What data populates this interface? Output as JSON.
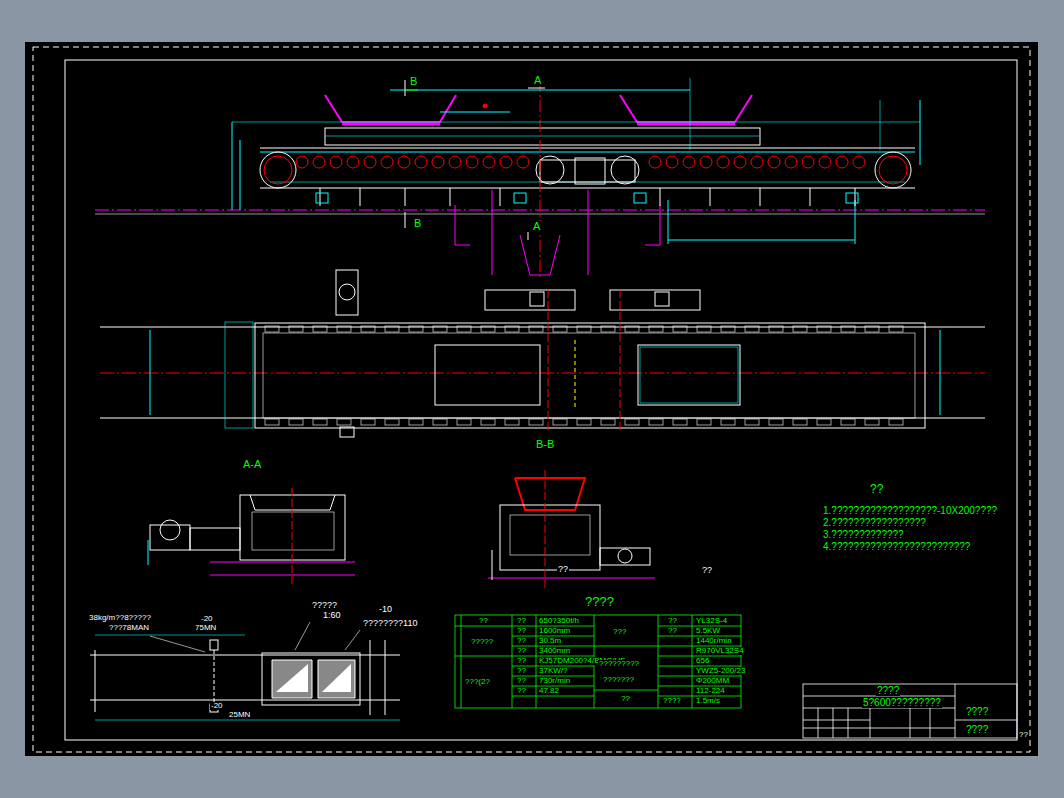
{
  "diagram": {
    "labels": [
      "B",
      "A",
      "B",
      "A",
      "B-B",
      "A-A",
      "??",
      "1.???????????????????-10X200????",
      "2.?????????????????",
      "3.?????????????",
      "4.?????????????????????????",
      "??",
      "??",
      "????",
      "??",
      "??",
      "650?350t/h",
      "??",
      "1600mm",
      "?????",
      "??",
      "30.5m",
      "??",
      "3400mm",
      "??",
      "KJ57DM200?4/BMG/HF",
      "???(2?",
      "??",
      "37KW/?",
      "??",
      "730r/min",
      "??",
      "47.82",
      "???",
      "?????????",
      "???????",
      "??",
      "??",
      "YL32S-4",
      "??",
      "5.5KW",
      "1440r/min",
      "R970VL32S4",
      "656",
      "YWZ5-200/23",
      "Φ200MM",
      "????",
      "112-224",
      "1.5m/s",
      "38kg/m??8?????",
      "???78MAN",
      "-20",
      "75MN",
      "?????",
      "1:60",
      "-10",
      "????????110",
      "-20",
      "25MN",
      "????",
      "5?600?????????",
      "????",
      "????",
      "??"
    ]
  }
}
